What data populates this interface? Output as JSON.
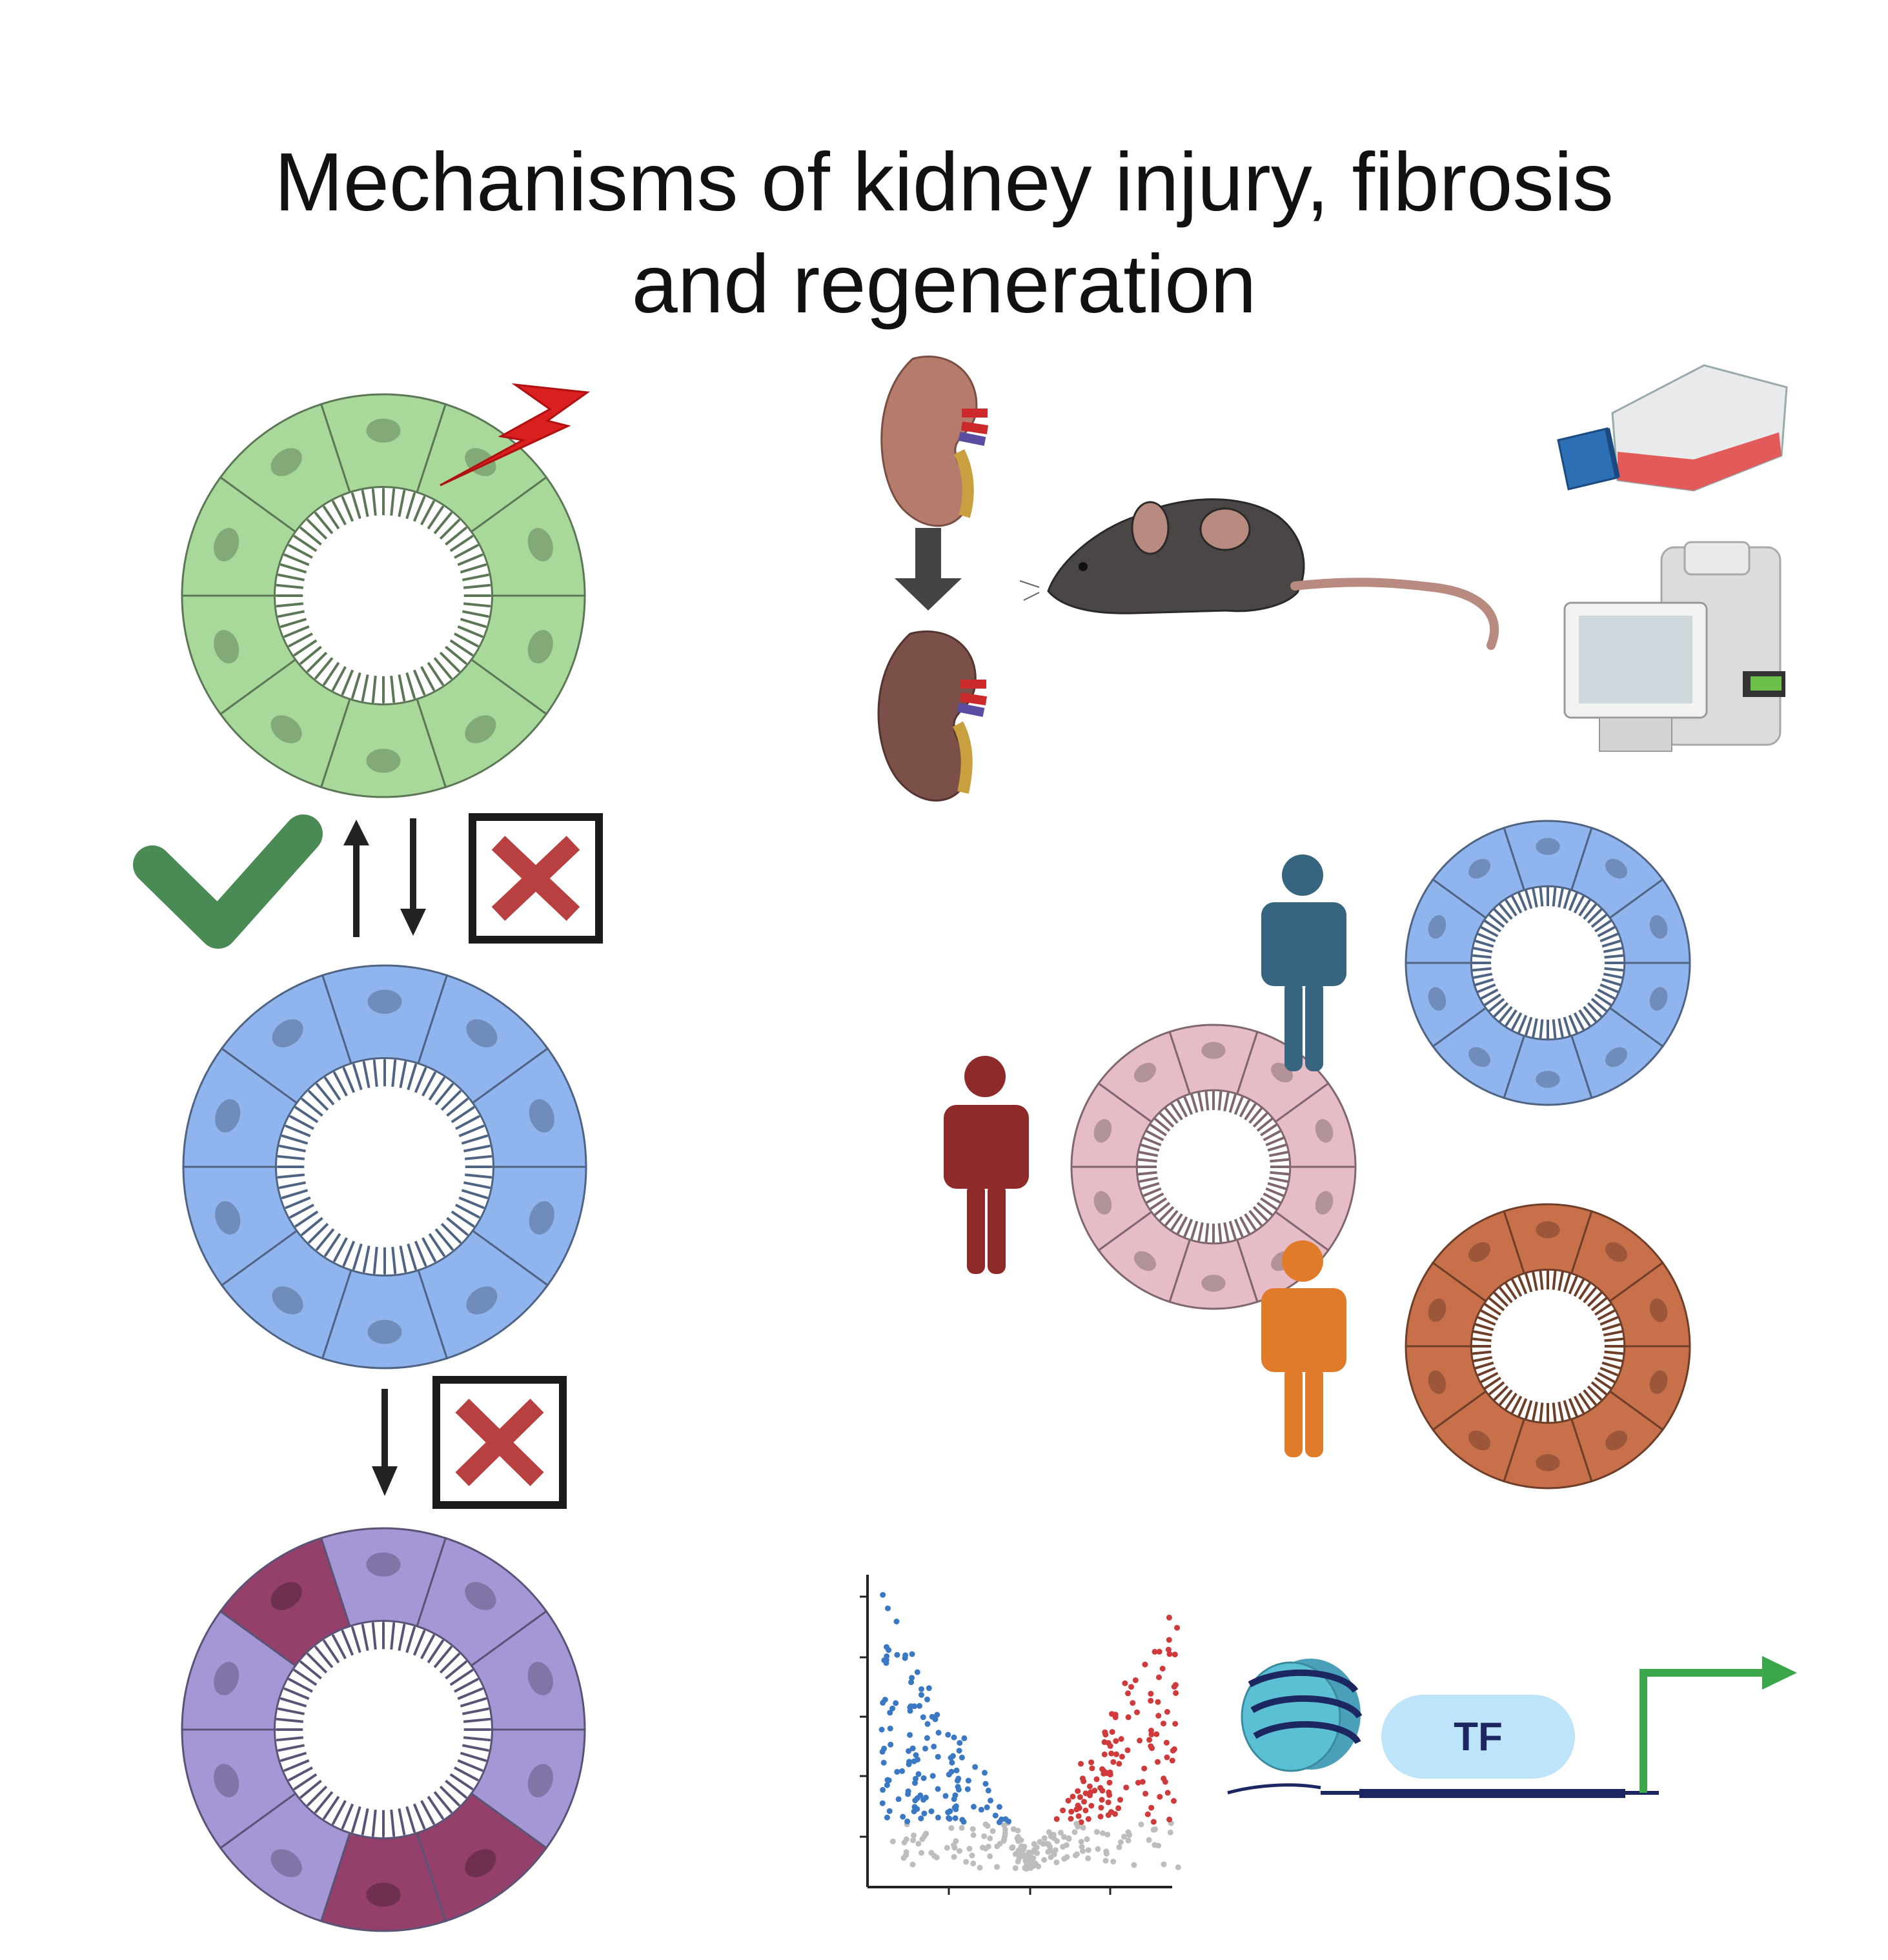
{
  "title": {
    "line1": "Mechanisms of kidney injury, fibrosis",
    "line2": "and regeneration"
  },
  "labels": {
    "tf": "TF"
  },
  "colors": {
    "healthy_cell": "#a8d99a",
    "injured_cell": "#8fb4ee",
    "failed_repair_cell": "#a596d6",
    "failed_repair_dark": "#94406a",
    "human_tubule_pink": "#e6bcc6",
    "human_tubule_blue": "#8fb4ee",
    "human_tubule_orange": "#c8704a",
    "person_blue": "#37647f",
    "person_red": "#8e2a2a",
    "person_orange": "#e07b2a",
    "check_green": "#4a8a55",
    "cross_red": "#b84040",
    "arrow_green": "#3aa84a",
    "volcano_up": "#d03a3a",
    "volcano_down": "#3a78c4",
    "volcano_ns": "#bdbdbd"
  },
  "icons": [
    "lightning-icon",
    "checkmark-icon",
    "cross-box-icon",
    "up-down-arrows-icon",
    "kidney-icon",
    "mouse-icon",
    "cell-culture-flask-icon",
    "sequencer-machine-icon",
    "person-icon",
    "volcano-plot-icon",
    "nucleosome-icon",
    "gene-activation-arrow-icon"
  ]
}
